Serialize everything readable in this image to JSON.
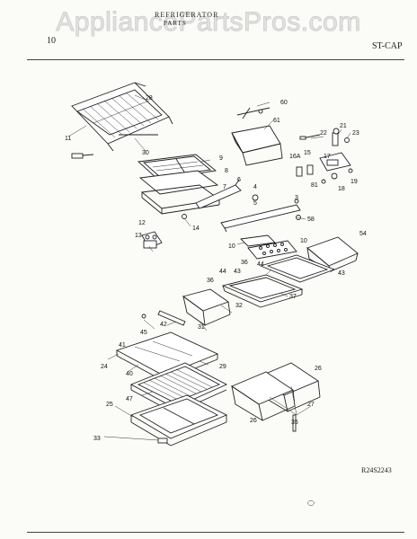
{
  "watermark": "AppliancePartsPros.com",
  "header": {
    "title": "REFRIGERATOR",
    "subtitle": "PARTS",
    "page_number": "10",
    "model_code": "ST-CAP"
  },
  "footer": {
    "reference": "R24S2243"
  },
  "callouts": {
    "c11": "11",
    "c28": "28",
    "c30": "30",
    "c60": "60",
    "c61": "61",
    "c22": "22",
    "c21": "21",
    "c23": "23",
    "c16a": "16A",
    "c15": "15",
    "c17": "17",
    "c81": "81",
    "c18": "18",
    "c19": "19",
    "c9": "9",
    "c8": "8",
    "c6": "6",
    "c4": "4",
    "c5": "5",
    "c7": "7",
    "c3": "3",
    "c58": "58",
    "c12": "12",
    "c13": "13",
    "c14": "14",
    "c10a": "10",
    "c10b": "10",
    "c54": "54",
    "c36a": "36",
    "c44a": "44",
    "c43a": "43",
    "c44b": "44",
    "c36b": "36",
    "c43b": "43",
    "c37": "37",
    "c32": "32",
    "c31": "31",
    "c42": "42",
    "c45": "45",
    "c41": "41",
    "c24": "24",
    "c40": "40",
    "c29": "29",
    "c47": "47",
    "c25": "25",
    "c33": "33",
    "c26a": "26",
    "c26b": "26",
    "c35": "35",
    "c27": "27"
  }
}
